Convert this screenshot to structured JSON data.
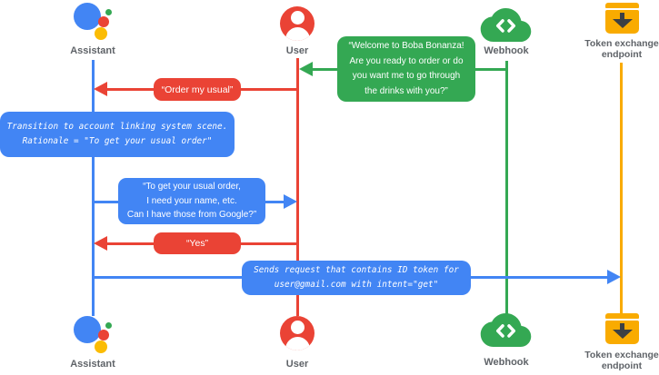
{
  "colors": {
    "blue": "#4285F4",
    "red": "#EA4335",
    "green": "#34A853",
    "yellow": "#F9AB00",
    "assistant_yellow": "#FBBC04",
    "label_gray": "#5F6368",
    "icon_dark": "#3C4043"
  },
  "actors": {
    "assistant": {
      "label": "Assistant",
      "color": "#4285F4"
    },
    "user": {
      "label": "User",
      "color": "#EA4335"
    },
    "webhook": {
      "label": "Webhook",
      "color": "#34A853"
    },
    "token_endpoint": {
      "label": "Token exchange\nendpoint",
      "color": "#F9AB00"
    }
  },
  "messages": {
    "welcome": {
      "from": "Webhook",
      "to": "User",
      "color": "#34A853",
      "text": "“Welcome to Boba Bonanza!\nAre you ready to order or do\nyou want me to go through\nthe drinks with you?”"
    },
    "order_my_usual": {
      "from": "User",
      "to": "Assistant",
      "color": "#EA4335",
      "text": "“Order my usual”"
    },
    "transition_note": {
      "actor": "Assistant",
      "color": "#4285F4",
      "text": "Transition to account linking system scene.\nRationale = \"To get your usual order\""
    },
    "ask_for_info": {
      "from": "Assistant",
      "to": "User",
      "color": "#4285F4",
      "text": "“To get your usual order,\nI need your name, etc.\nCan I have those from Google?”"
    },
    "yes": {
      "from": "User",
      "to": "Assistant",
      "color": "#EA4335",
      "text": "“Yes”"
    },
    "send_request": {
      "from": "Assistant",
      "to": "Token exchange endpoint",
      "color": "#4285F4",
      "text": "Sends request that contains ID token for\nuser@gmail.com with intent=\"get\""
    }
  }
}
